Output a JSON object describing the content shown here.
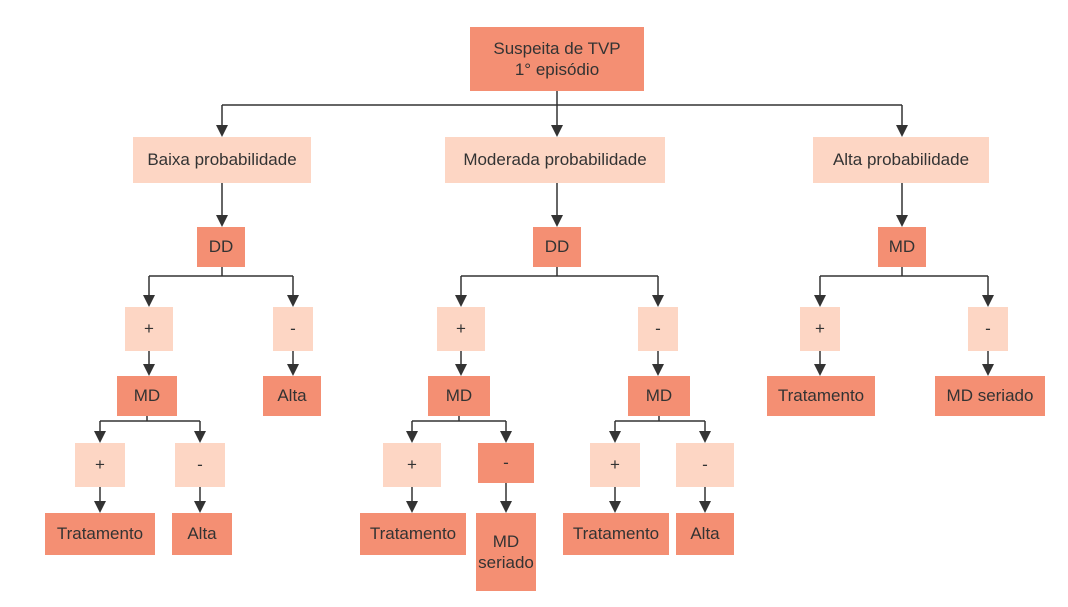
{
  "colors": {
    "dark_box": "#f48f73",
    "light_box": "#fdd6c4",
    "line": "#333333"
  },
  "root": {
    "label": "Suspeita de TVP\n1° episódio"
  },
  "branches": {
    "baixa": {
      "label": "Baixa probabilidade",
      "test": "DD",
      "pos": "+",
      "pos_test": "MD",
      "pos_test_pos": "+",
      "pos_test_pos_result": "Tratamento",
      "pos_test_neg": "-",
      "pos_test_neg_result": "Alta",
      "neg": "-",
      "neg_result": "Alta"
    },
    "moderada": {
      "label": "Moderada probabilidade",
      "test": "DD",
      "pos": "+",
      "pos_test": "MD",
      "pos_test_pos": "+",
      "pos_test_pos_result": "Tratamento",
      "pos_test_neg": "-",
      "pos_test_neg_result": "MD\nseriado",
      "neg": "-",
      "neg_test": "MD",
      "neg_test_pos": "+",
      "neg_test_pos_result": "Tratamento",
      "neg_test_neg": "-",
      "neg_test_neg_result": "Alta"
    },
    "alta": {
      "label": "Alta probabilidade",
      "test": "MD",
      "pos": "+",
      "pos_result": "Tratamento",
      "neg": "-",
      "neg_result": "MD seriado"
    }
  }
}
